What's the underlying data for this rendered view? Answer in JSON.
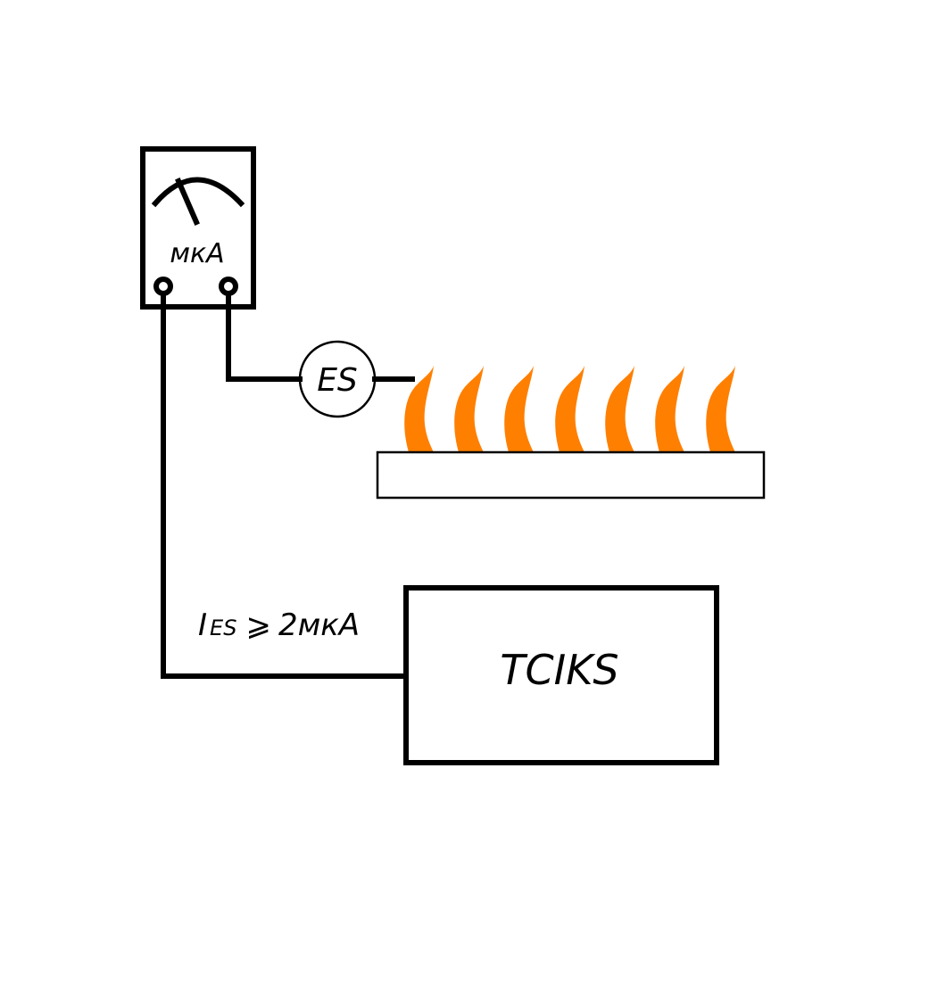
{
  "microammeter": {
    "unit_label": "мкА"
  },
  "electrode": {
    "label": "ES"
  },
  "current_condition": {
    "symbol": "I",
    "subscript": "ES",
    "relation": "⩾",
    "value": "2мкА"
  },
  "control_unit": {
    "label": "TCIKS"
  },
  "colors": {
    "line": "#000000",
    "flame": "#ff7f00",
    "background": "#ffffff"
  }
}
